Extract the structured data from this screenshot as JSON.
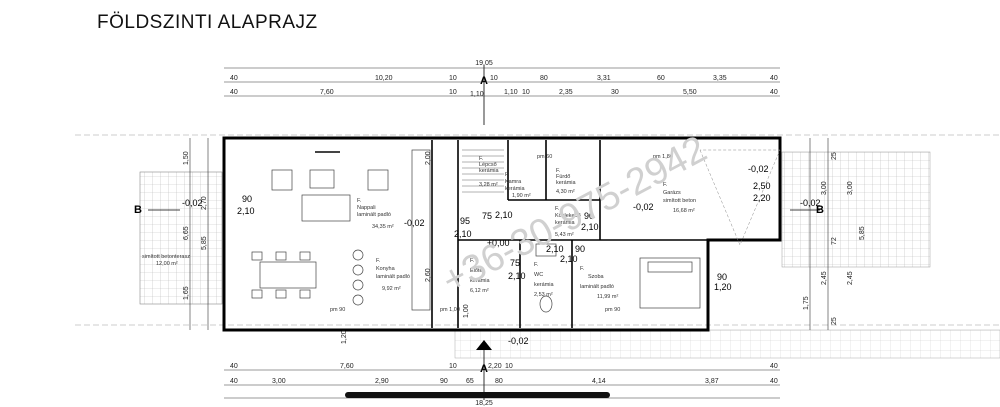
{
  "title": "FÖLDSZINTI ALAPRAJZ",
  "watermark": "+36-30-975-2942",
  "section_marks": {
    "a": "A",
    "b": "B"
  },
  "top_dims": {
    "total": "19,05",
    "row2": [
      "40",
      "10,20",
      "10",
      "1,10",
      "10",
      "80",
      "3,31",
      "60",
      "3,35",
      "40"
    ],
    "row3": [
      "40",
      "7,60",
      "10",
      "1,10",
      "10",
      "2,35",
      "30",
      "5,50",
      "40"
    ]
  },
  "bottom_dims": {
    "row1": [
      "40",
      "7,60",
      "10",
      "2,20",
      "10",
      "40"
    ],
    "row2": [
      "40",
      "3,00",
      "2,90",
      "90",
      "65",
      "80",
      "4,14",
      "3,87",
      "40"
    ],
    "total": "18,25"
  },
  "left_dims": [
    "1,50",
    "2,70",
    "6,65",
    "5,85",
    "1,65"
  ],
  "right_dims": [
    "3,00",
    "3,00",
    "25",
    "5,85",
    "72",
    "2,45",
    "2,45",
    "1,75",
    "25"
  ],
  "rooms": [
    {
      "key": "nappali",
      "floor": "F.",
      "name": "Nappali",
      "material": "laminált padló",
      "area": "34,35 m²"
    },
    {
      "key": "konyha",
      "floor": "F.",
      "name": "Konyha",
      "material": "laminált padló",
      "area": "9,92 m²"
    },
    {
      "key": "lepcso",
      "floor": "F.",
      "name": "Lépcső",
      "material": "kerámia",
      "area": "3,28 m²"
    },
    {
      "key": "kamra",
      "floor": "F.",
      "name": "Kamra",
      "material": "kerámia",
      "area": "1,90 m²"
    },
    {
      "key": "furdo",
      "floor": "F.",
      "name": "Fürdő",
      "material": "kerámia",
      "area": "4,30 m²"
    },
    {
      "key": "kozlekedo",
      "floor": "F.",
      "name": "Közlekedő",
      "material": "kerámia",
      "area": "5,43 m²"
    },
    {
      "key": "eloter",
      "floor": "F.",
      "name": "Előtér",
      "material": "kerámia",
      "area": "6,12 m²"
    },
    {
      "key": "wc",
      "floor": "F.",
      "name": "WC",
      "material": "kerámia",
      "area": "2,53 m²"
    },
    {
      "key": "szoba",
      "floor": "F.",
      "name": "Szoba",
      "material": "laminált padló",
      "area": "11,99 m²"
    },
    {
      "key": "garazs",
      "floor": "F.",
      "name": "Garázs",
      "material": "simított beton",
      "area": "16,68 m²"
    }
  ],
  "terrace": {
    "material": "simított betonterasz",
    "area": "12,00 m²"
  },
  "levels": {
    "zero": "±0,00",
    "minus": "-0,02"
  },
  "openings": {
    "d1": "90",
    "d1h": "2,10",
    "d2": "95",
    "d2h": "2,10",
    "d3": "75",
    "d3h": "2,10",
    "d4": "90",
    "d4h": "2,10",
    "d5": "75",
    "d5h": "2,10",
    "d6": "90",
    "d6h": "2,10",
    "d7": "2,10",
    "garage_w": "2,50",
    "garage_h": "2,20",
    "win1": "90",
    "win1h": "1,20",
    "pm90": "pm 90",
    "pm100": "pm 1,00",
    "pm180": "pm 1,80",
    "pm60": "pm 60",
    "ws1": "2,00",
    "ws2": "2,60",
    "ws3": "1,00",
    "ws4": "1,20"
  }
}
